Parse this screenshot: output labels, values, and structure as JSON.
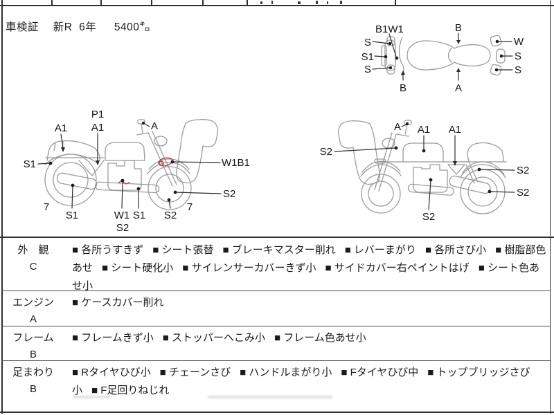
{
  "header": {
    "vehicle_info": "車検証　 新R  6年　  5400㌔"
  },
  "diagrams": {
    "mark_color": "#c0394b",
    "top_view": {
      "labels": {
        "front_b1w1": "B1W1",
        "top_b": "B",
        "left_top_s": "S",
        "left_mid_s1": "S1",
        "left_bottom_s": "S",
        "bottom_front_b": "B",
        "bottom_a": "A",
        "right_top_w": "W",
        "right_mid_s": "S",
        "right_bottom_s": "S"
      }
    },
    "left_view": {
      "labels": {
        "rear_a1": "A1",
        "mid_p1": "P1",
        "mid_a1": "A1",
        "mirror_a": "A",
        "rear_s1": "S1",
        "front_w1b1": "W1B1",
        "front_s2": "S2",
        "rear_tread": "7",
        "rear_wheel_s1": "S1",
        "engine_w1": "W1",
        "engine_s2": "S2",
        "frame_s1": "S1",
        "front_wheel_s2": "S2",
        "front_tread": "7"
      }
    },
    "right_view": {
      "labels": {
        "cowl_s2": "S2",
        "mirror_a": "A",
        "tank_a1": "A1",
        "side_cover_a1": "A1",
        "rear_upper_s2": "S2",
        "rear_wheel_s2": "S2",
        "engine_s2": "S2"
      }
    }
  },
  "table": {
    "bullet": "■",
    "rows": [
      {
        "section": "外　観",
        "grade": "C",
        "items": [
          "各所うすきず",
          "シート張替",
          "ブレーキマスター削れ",
          "レバーまがり",
          "各所さび小",
          "樹脂部色あせ",
          "シート硬化小",
          "サイレンサーカバーきず小",
          "サイドカバー右ペイントはげ",
          "シート色あせ小"
        ]
      },
      {
        "section": "エンジン",
        "grade": "A",
        "items": [
          "ケースカバー削れ"
        ]
      },
      {
        "section": "フレーム",
        "grade": "B",
        "items": [
          "フレームきず小",
          "ストッパーへこみ小",
          "フレーム色あせ小"
        ]
      },
      {
        "section": "足まわり",
        "grade": "B",
        "items": [
          "Rタイヤひび小",
          "チェーンさび",
          "ハンドルまがり小",
          "Fタイヤひび中",
          "トップブリッジさび小",
          "F足回りねじれ"
        ]
      }
    ]
  }
}
